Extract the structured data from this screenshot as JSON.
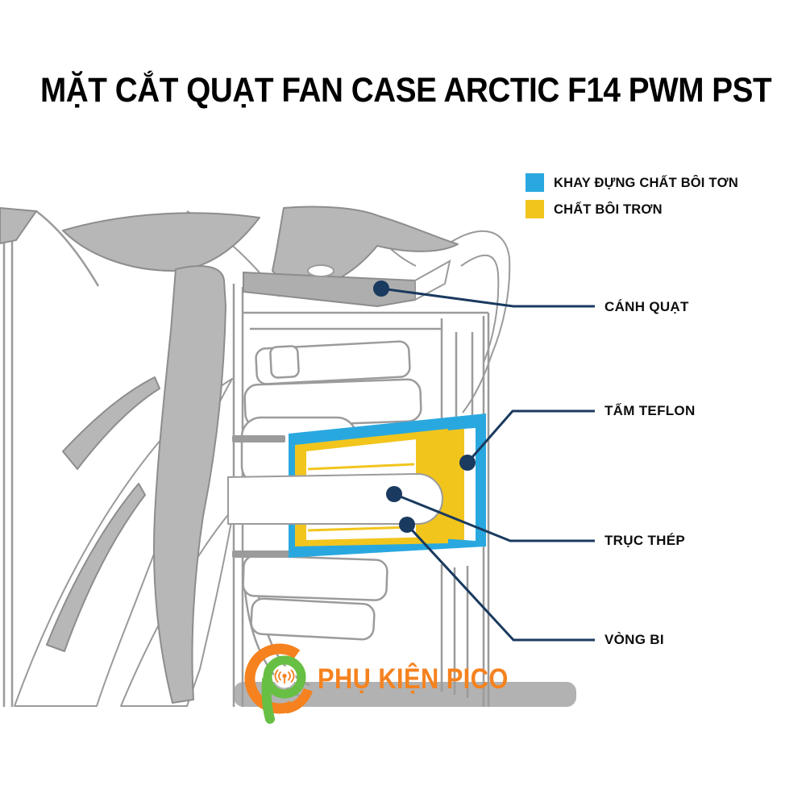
{
  "title": "MẶT CẮT QUẠT FAN CASE ARCTIC F14 PWM PST",
  "legend": {
    "items": [
      {
        "label": "KHAY ĐỰNG CHẤT BÔI TƠN",
        "color": "#29a8e0"
      },
      {
        "label": "CHẤT BÔI TRƠN",
        "color": "#f2c51d"
      }
    ]
  },
  "callouts": [
    {
      "label": "CÁNH QUẠT"
    },
    {
      "label": "TẤM TEFLON"
    },
    {
      "label": "TRỤC THÉP"
    },
    {
      "label": "VÒNG BI"
    }
  ],
  "logo": {
    "text": "PHỤ KIỆN PICO"
  },
  "colors": {
    "tray_blue": "#29a8e0",
    "lubricant_yellow": "#f2c51d",
    "callout_navy": "#1a3a5f",
    "logo_orange": "#f5821f",
    "logo_green": "#67bf44",
    "blade_gray": "#b7b7b7",
    "outline_gray": "#8f8f8f"
  }
}
